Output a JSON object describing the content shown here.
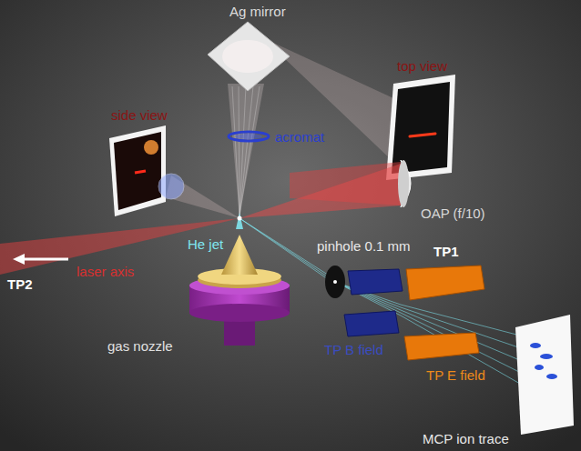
{
  "diagram": {
    "labels": [
      "Ag mirror",
      "top view",
      "side view",
      "acromat",
      "OAP (f/10)",
      "pinhole 0.1 mm",
      "He jet",
      "TP2",
      "laser axis",
      "TP1",
      "gas nozzle",
      "TP B field",
      "TP E field",
      "MCP ion trace"
    ]
  }
}
